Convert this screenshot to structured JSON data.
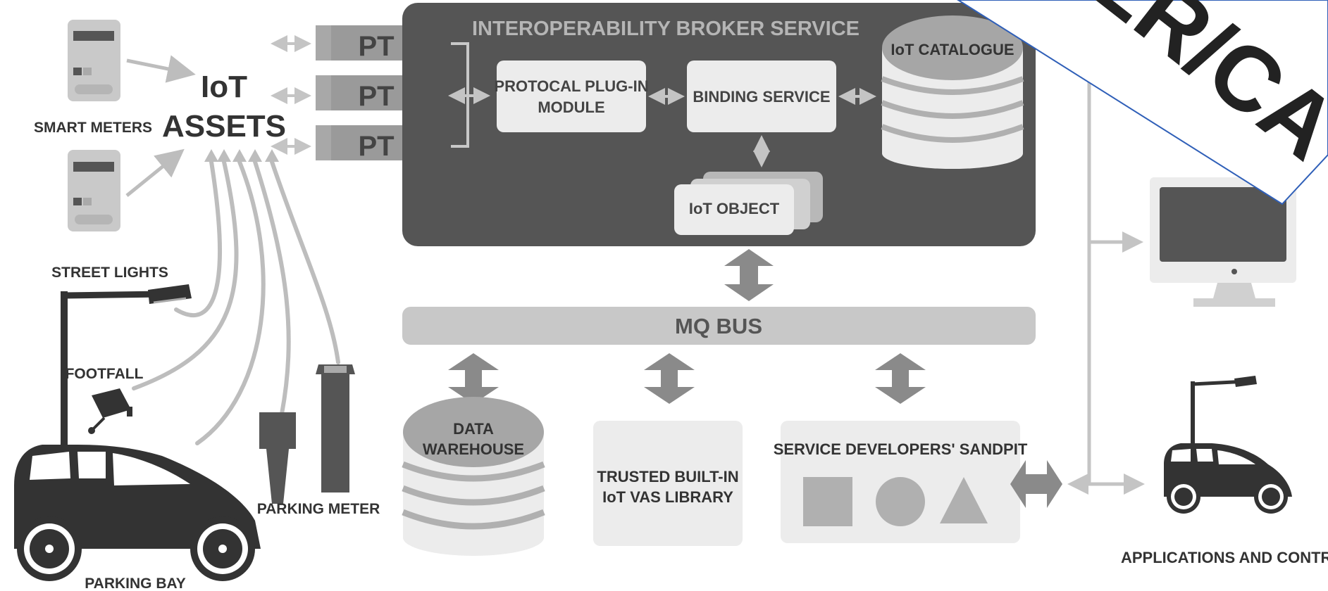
{
  "labels": {
    "smart_meters": "SMART METERS",
    "iot_assets_line1": "IoT",
    "iot_assets_line2": "ASSETS",
    "street_lights": "STREET LIGHTS",
    "footfall": "FOOTFALL",
    "parking_meter": "PARKING METER",
    "parking_bay": "PARKING BAY",
    "pt": "PT",
    "broker_title": "INTEROPERABILITY BROKER SERVICE",
    "protocol_line1": "PROTOCAL PLUG-IN",
    "protocol_line2": "MODULE",
    "binding": "BINDING SERVICE",
    "catalogue": "IoT CATALOGUE",
    "iot_object": "IoT OBJECT",
    "mq_bus": "MQ BUS",
    "warehouse_line1": "DATA",
    "warehouse_line2": "WAREHOUSE",
    "vas_line1": "TRUSTED BUILT-IN",
    "vas_line2": "IoT VAS LIBRARY",
    "sandpit": "SERVICE DEVELOPERS' SANDPIT",
    "apps": "APPLICATIONS AND CONTROL",
    "overlay_text": "ER/CAT"
  },
  "colors": {
    "dark": "#555555",
    "mid": "#9a9a9a",
    "light": "#c8c8c8",
    "panel": "#ececec",
    "arrow": "#888888",
    "overlay_border": "#2f5fb8"
  }
}
